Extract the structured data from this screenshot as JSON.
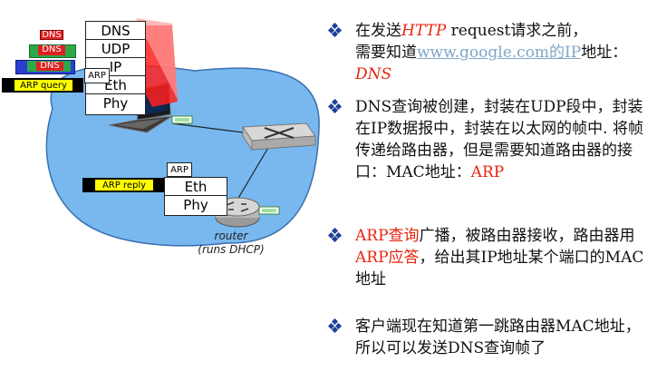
{
  "diagram": {
    "client_stack": [
      "DNS",
      "UDP",
      "IP",
      "Eth",
      "Phy"
    ],
    "router_stack": [
      "Eth",
      "Phy"
    ],
    "frame_tags": [
      "DNS",
      "DNS",
      "DNS"
    ],
    "arp_query_label": "ARP query",
    "arp_reply_label": "ARP reply",
    "arp_small_label": "ARP",
    "router_label_line1": "router",
    "router_label_line2": "(runs DHCP)"
  },
  "bullets": [
    {
      "parts": [
        {
          "text": "在发送",
          "style": "plain"
        },
        {
          "text": "HTTP",
          "style": "redi"
        },
        {
          "text": " request请求之前，",
          "style": "plain"
        },
        {
          "text": "需要知道",
          "style": "plain"
        },
        {
          "text": "www.google.com的IP",
          "style": "link"
        },
        {
          "text": "地址：",
          "style": "plain"
        },
        {
          "text": "DNS",
          "style": "redi"
        }
      ]
    },
    {
      "parts": [
        {
          "text": "DNS查询被创建，封装在UDP段中，封装在IP数据报中，封装在以太网的帧中. 将帧传递给路由器，但是需要知道路由器的接口：MAC地址：",
          "style": "plain"
        },
        {
          "text": "ARP",
          "style": "red"
        }
      ]
    },
    {
      "parts": [
        {
          "text": "ARP查询",
          "style": "red"
        },
        {
          "text": "广播，被路由器接收，路由器用",
          "style": "plain"
        },
        {
          "text": "ARP应答",
          "style": "red"
        },
        {
          "text": "，给出其IP地址某个端口的MAC地址",
          "style": "plain"
        }
      ]
    },
    {
      "parts": [
        {
          "text": "客户端现在知道第一跳路由器MAC地址，所以可以发送DNS查询帧了",
          "style": "plain"
        }
      ]
    }
  ],
  "colors": {
    "network_fill": "#78b8ef",
    "accent_red": "#e8240e",
    "bullet_blue": "#1f3f9a",
    "tag_red": "#e02020",
    "tag_green": "#2aa84a",
    "tag_blue": "#2a3fd0",
    "arp_yellow": "#ffff00"
  }
}
